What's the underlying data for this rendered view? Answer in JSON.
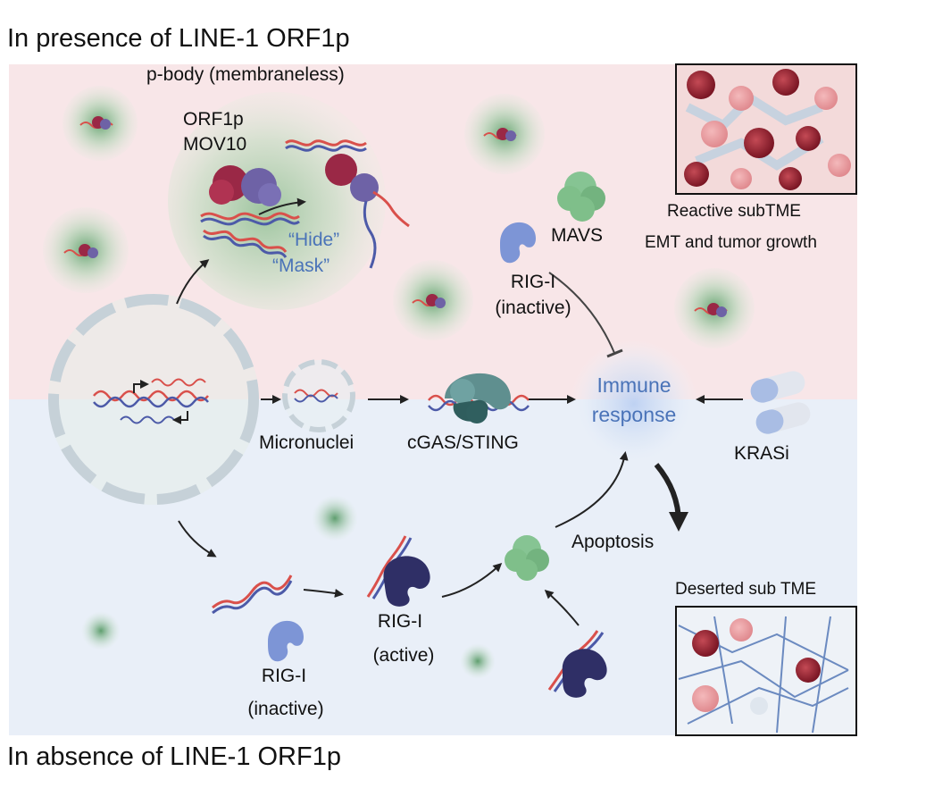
{
  "headings": {
    "top": "In presence of LINE-1 ORF1p",
    "bottom": "In absence of LINE-1 ORF1p"
  },
  "labels": {
    "p_body": "p-body (membraneless)",
    "orf1p": "ORF1p",
    "mov10": "MOV10",
    "hide": "“Hide”",
    "mask": "“Mask”",
    "mavs": "MAVS",
    "rig_i_top": "RIG-I",
    "rig_i_top_state": "(inactive)",
    "reactive_title": "Reactive subTME",
    "reactive_sub": "EMT and tumor growth",
    "immune_1": "Immune",
    "immune_2": "response",
    "micronuclei": "Micronuclei",
    "cgas_sting": "cGAS/STING",
    "krasi": "KRASi",
    "apoptosis": "Apoptosis",
    "deserted": "Deserted sub TME",
    "rig_i_active": "RIG-I",
    "rig_i_active_state": "(active)",
    "rig_i_bottom": "RIG-I",
    "rig_i_bottom_state": "(inactive)"
  },
  "colors": {
    "top_band": "#f8e6e8",
    "bottom_band": "#e9eff8",
    "protein_crimson": "#9a2846",
    "protein_purple": "#6e62a6",
    "protein_dark": "#2f2f66",
    "protein_green": "#7fbf8a",
    "protein_lightblue": "#7d95d6",
    "teal": "#3d6f6f",
    "rna_red": "#d9504b",
    "dna_blue": "#4c5aa8",
    "immune_text": "#4a73b8"
  }
}
